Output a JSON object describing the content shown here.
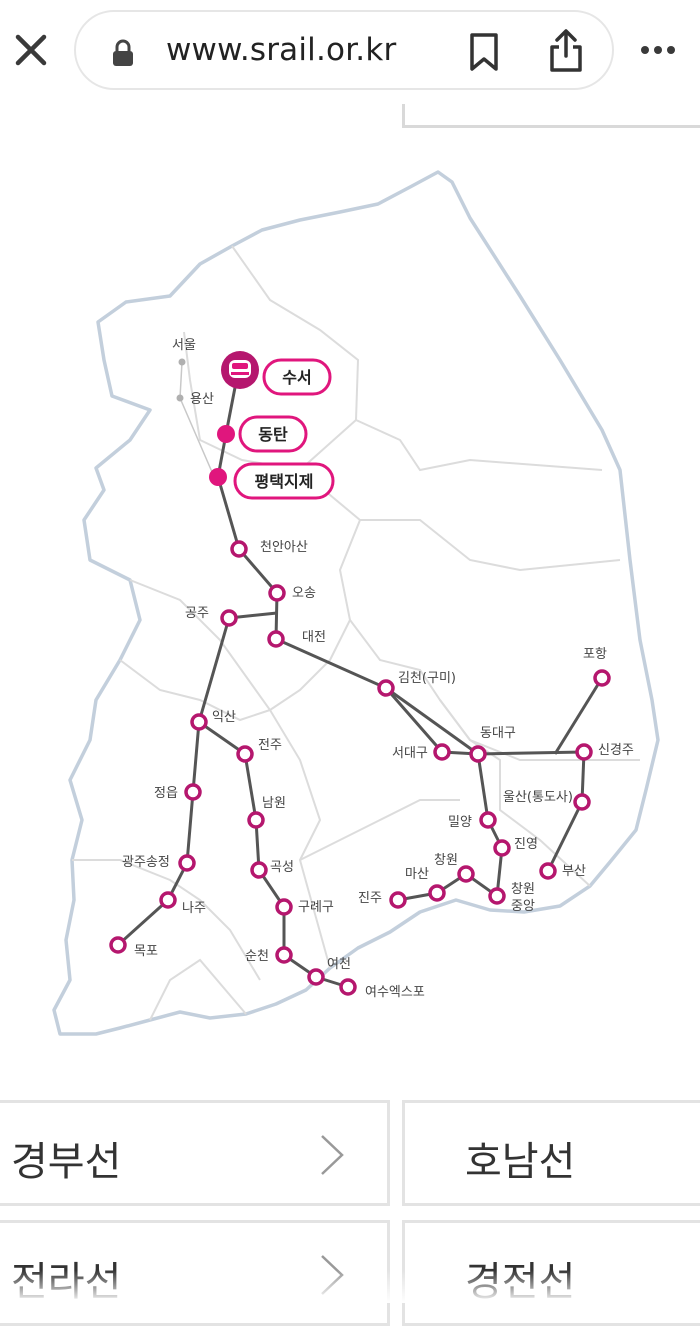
{
  "browser": {
    "url": "www.srail.or.kr",
    "icons": {
      "close": "close-icon",
      "lock": "lock-icon",
      "bookmark": "bookmark-icon",
      "share": "share-icon",
      "more": "more-icon"
    }
  },
  "map": {
    "colors": {
      "accent": "#e0167d",
      "station_ring": "#b5176e",
      "line": "#555555",
      "coast": "#c3cfdc",
      "border": "#dcdcdc"
    },
    "stations": {
      "seoul": "서울",
      "yongsan": "용산",
      "suseo": "수서",
      "dongtan": "동탄",
      "pyeongtaek": "평택지제",
      "cheonan": "천안아산",
      "osong": "오송",
      "gongju": "공주",
      "daejeon": "대전",
      "gimcheon": "김천(구미)",
      "pohang": "포항",
      "seodaegu": "서대구",
      "dongdaegu": "동대구",
      "singyeongju": "신경주",
      "iksan": "익산",
      "jeonju": "전주",
      "ulsan": "울산(통도사)",
      "jeongeup": "정읍",
      "namwon": "남원",
      "miryang": "밀양",
      "jinyeong": "진영",
      "gwangju": "광주송정",
      "gokseong": "곡성",
      "changwon": "창원",
      "masan": "마산",
      "busan": "부산",
      "changwon_jungang_1": "창원",
      "changwon_jungang_2": "중앙",
      "naju": "나주",
      "gurye": "구례구",
      "jinju": "진주",
      "mokpo": "목포",
      "suncheon": "순천",
      "yeocheon": "여천",
      "yeosu": "여수엑스포"
    }
  },
  "lines": [
    {
      "label": "경부선"
    },
    {
      "label": "호남선"
    },
    {
      "label": "전라선"
    },
    {
      "label": "경전선"
    }
  ]
}
